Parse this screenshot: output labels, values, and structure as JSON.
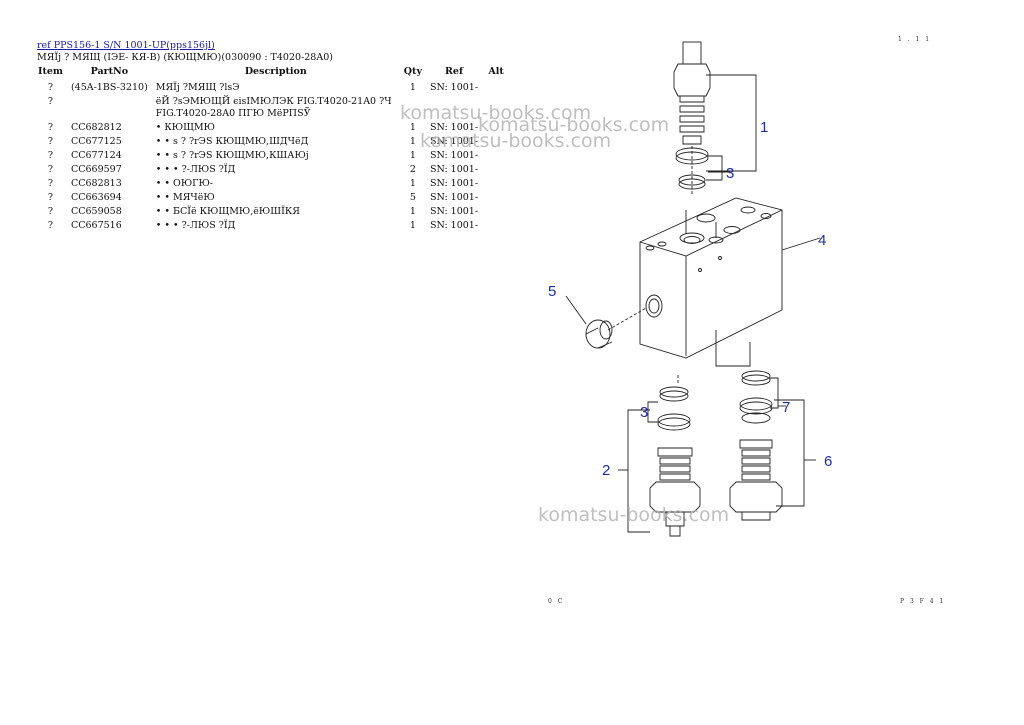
{
  "header": {
    "link_text": "ref PPS156-1 S/N 1001-UP(pps156jl)",
    "subtitle": "МЯЇј ? МЯЩ (ІЭЕ- КЯ-В) (КЮЩМЮ)(030090 : T4020-28A0)"
  },
  "table": {
    "columns": [
      "Item",
      "PartNo",
      "Description",
      "Qty",
      "Ref",
      "Alt"
    ],
    "rows": [
      {
        "item": "?",
        "part": "(45A-1BS-3210)",
        "desc": [
          "МЯЇј ?МЯЩ ?lsЭ"
        ],
        "qty": "1",
        "ref": "SN: 1001-",
        "alt": ""
      },
      {
        "item": "?",
        "part": "",
        "desc": [
          "ёЙ ?sЭМЮЩЙ єisІМЮЛЭК FIG.T4020-21A0 ?Ч",
          "FIG.T4020-28A0 ПГЮ МёРПSЎ"
        ],
        "qty": "",
        "ref": "",
        "alt": ""
      },
      {
        "item": "?",
        "part": "CC682812",
        "desc": [
          "• КЮЩМЮ"
        ],
        "qty": "1",
        "ref": "SN: 1001-",
        "alt": ""
      },
      {
        "item": "?",
        "part": "CC677125",
        "desc": [
          "• • s ? ?rЭS КЮЩМЮ,ШДЧёД"
        ],
        "qty": "1",
        "ref": "SN: 1001-",
        "alt": ""
      },
      {
        "item": "?",
        "part": "CC677124",
        "desc": [
          "• • s ? ?rЭS КЮЩМЮ,КШАЮj"
        ],
        "qty": "1",
        "ref": "SN: 1001-",
        "alt": ""
      },
      {
        "item": "?",
        "part": "CC669597",
        "desc": [
          "• • • ?-ЛЮS ?ЇД"
        ],
        "qty": "2",
        "ref": "SN: 1001-",
        "alt": ""
      },
      {
        "item": "?",
        "part": "CC682813",
        "desc": [
          "• • ОЮГЮ-"
        ],
        "qty": "1",
        "ref": "SN: 1001-",
        "alt": ""
      },
      {
        "item": "?",
        "part": "CC663694",
        "desc": [
          "• • МЯЧёЮ"
        ],
        "qty": "5",
        "ref": "SN: 1001-",
        "alt": ""
      },
      {
        "item": "?",
        "part": "CC659058",
        "desc": [
          "• • БСЇё КЮЩМЮ,ёЮШЇКЯ"
        ],
        "qty": "1",
        "ref": "SN: 1001-",
        "alt": ""
      },
      {
        "item": "?",
        "part": "CC667516",
        "desc": [
          "• • • ?-ЛЮS ?ЇД"
        ],
        "qty": "1",
        "ref": "SN: 1001-",
        "alt": ""
      }
    ]
  },
  "diagram": {
    "callouts": [
      "1",
      "2",
      "3",
      "3",
      "4",
      "5",
      "6",
      "7"
    ]
  },
  "watermark": "komatsu-books.com",
  "footer": {
    "left_code": "0 C",
    "right_code": "P 3 F 4 1",
    "top_right_code": "1 . 1 1"
  },
  "colors": {
    "callout": "#1c2fa6",
    "link": "#1a1aa6",
    "watermark": "#b5b5b5"
  }
}
